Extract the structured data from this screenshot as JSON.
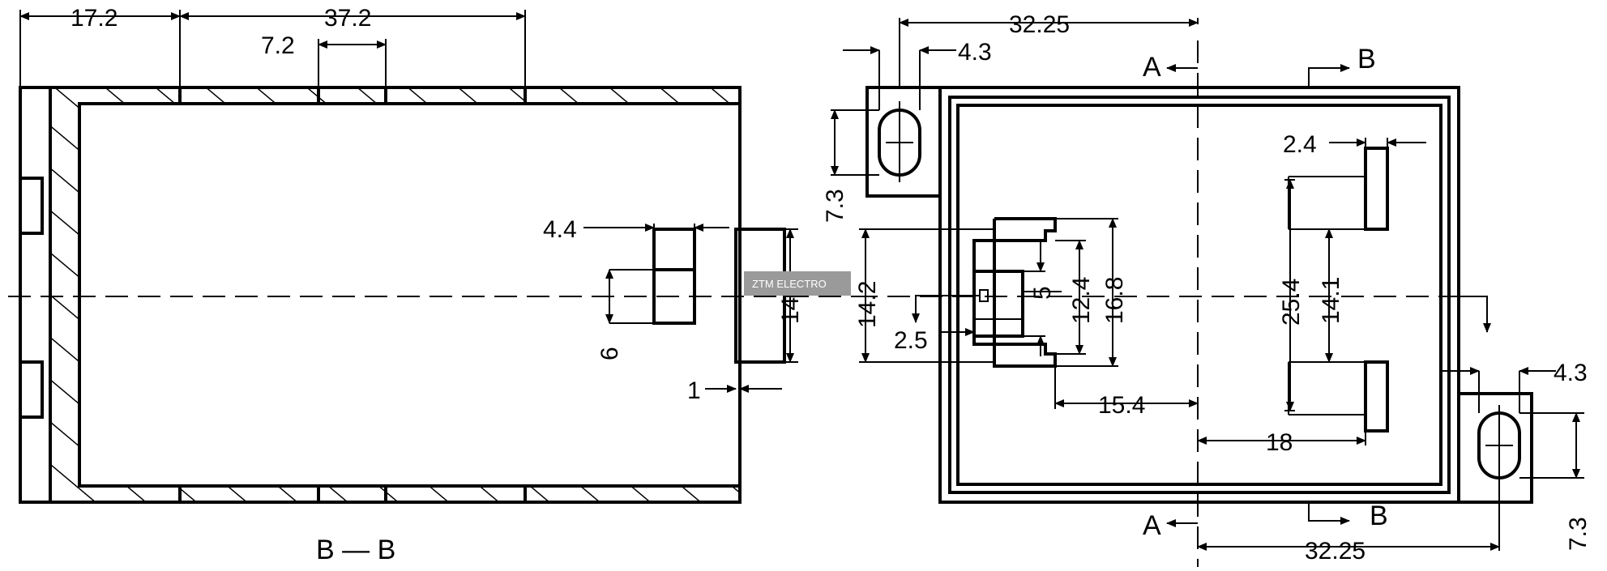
{
  "diagram": {
    "watermark": "ZTM ELECTRO",
    "left_view": {
      "section_label": "B — B",
      "dims": {
        "d17_2": "17.2",
        "d37_2": "37.2",
        "d7_2": "7.2",
        "d4_4": "4.4",
        "d6": "6",
        "d14_3": "14.3",
        "d1": "1"
      }
    },
    "right_view": {
      "dims": {
        "d32_25_top": "32.25",
        "d4_3_top": "4.3",
        "d7_3_left": "7.3",
        "d2_4": "2.4",
        "d14_2": "14.2",
        "d2_5": "2.5",
        "d5": "5",
        "d12_4": "12.4",
        "d16_8": "16.8",
        "d25_4": "25.4",
        "d14_1": "14.1",
        "d15_4": "15.4",
        "d18": "18",
        "d4_3_right": "4.3",
        "d7_3_right": "7.3",
        "d32_25_bottom": "32.25"
      },
      "section_marks": {
        "a_top": "A",
        "b_top": "B",
        "a_bottom": "A",
        "b_bottom": "B"
      }
    }
  }
}
